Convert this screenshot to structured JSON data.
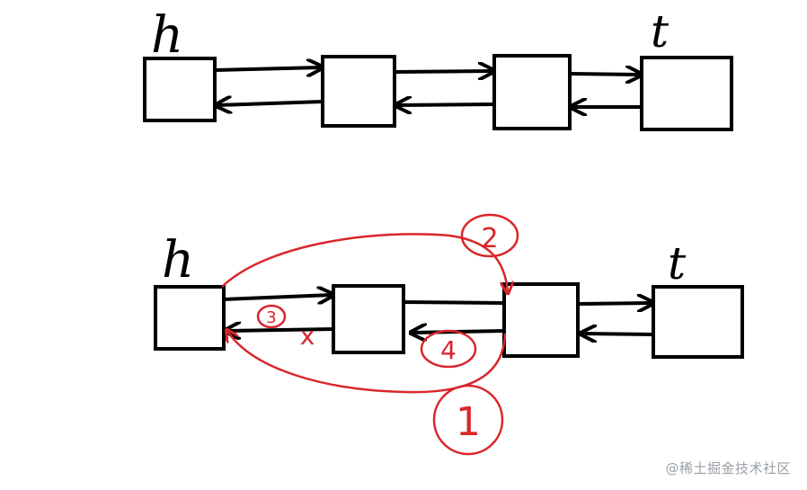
{
  "diagram": {
    "top_list": {
      "head_label": "h",
      "tail_label": "t"
    },
    "bottom_list": {
      "head_label": "h",
      "tail_label": "t",
      "steps": [
        "1",
        "2",
        "3",
        "4"
      ],
      "cut_mark": "x"
    }
  },
  "colors": {
    "ink": "#000000",
    "annotation": "#d8262b",
    "watermark": "#9aa0a6"
  },
  "watermark": "@稀土掘金技术社区"
}
